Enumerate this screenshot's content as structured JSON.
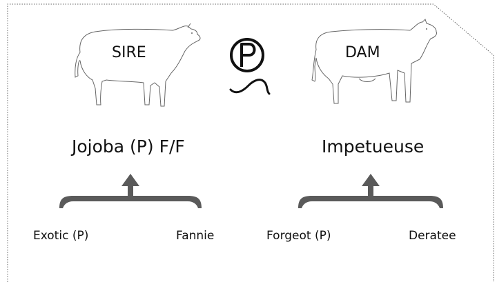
{
  "sire": {
    "role_label": "SIRE",
    "name": "Jojoba (P) F/F",
    "parents": {
      "left": "Exotic (P)",
      "right": "Fannie"
    }
  },
  "dam": {
    "role_label": "DAM",
    "name": "Impetueuse",
    "parents": {
      "left": "Forgeot (P)",
      "right": "Deratee"
    }
  },
  "polled_symbol": {
    "letter": "P",
    "icon": "polled-gene-icon"
  },
  "colors": {
    "arrow": "#5a5a5a",
    "outline": "#555555",
    "text": "#111111"
  }
}
